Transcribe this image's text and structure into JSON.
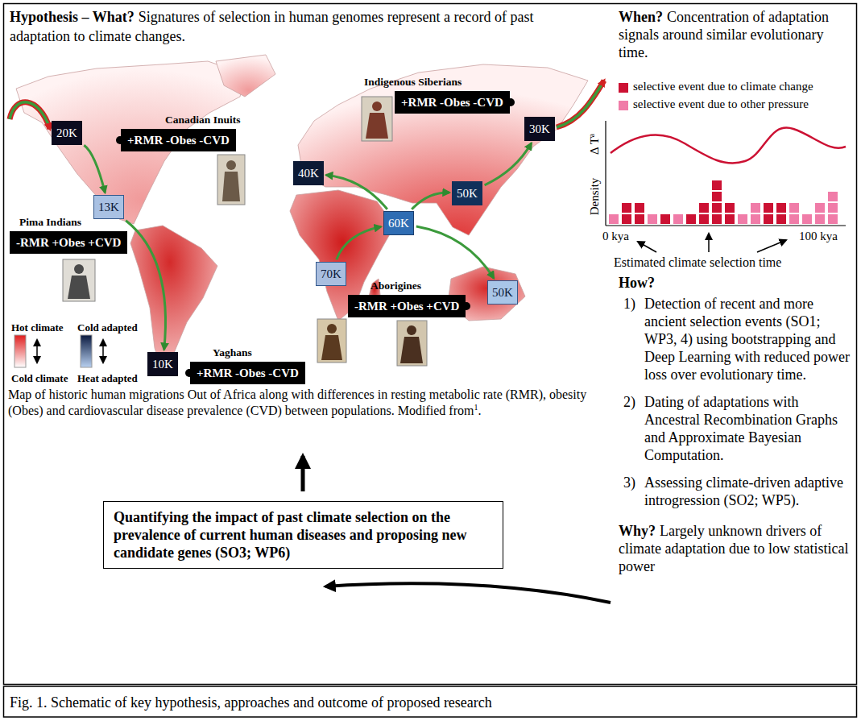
{
  "diagram": {
    "caption": "Fig. 1. Schematic of key hypothesis, approaches and outcome of proposed research",
    "nodes": [
      {
        "text": [
          "20K"
        ]
      },
      {
        "text": [
          "Canadian Inuits",
          "+RMR -Obes -CVD"
        ]
      },
      {
        "text": [
          "Indigenous Siberians",
          "+RMR -Obes -CVD"
        ]
      },
      {
        "text": [
          "30K"
        ]
      },
      {
        "text": [
          "40K"
        ]
      },
      {
        "text": [
          "13K"
        ]
      },
      {
        "text": [
          "Pima Indians",
          "-RMR +Obes +CVD"
        ]
      },
      {
        "text": [
          "50K"
        ]
      },
      {
        "text": [
          "60K"
        ]
      },
      {
        "text": [
          "70K"
        ]
      },
      {
        "text": [
          "Aborigines",
          "-RMR +Obes +CVD"
        ]
      },
      {
        "text": [
          "50K"
        ]
      },
      {
        "text": [
          "10K"
        ]
      },
      {
        "text": [
          "Yaghans",
          "+RMR -Obes -CVD"
        ]
      },
      {
        "text": [
          "Quantifying the impact of past climate selection on the prevalence of current human diseases and proposing new candidate genes (SO3; WP6)"
        ]
      }
    ],
    "edges": [
      {
        "from": 9,
        "to": 8,
        "arrow": "to"
      },
      {
        "from": 8,
        "to": 4,
        "arrow": "to"
      },
      {
        "from": 8,
        "to": 7,
        "arrow": "to"
      },
      {
        "from": 7,
        "to": 3,
        "arrow": "to"
      },
      {
        "from": 8,
        "to": 11,
        "arrow": "to"
      },
      {
        "from": 0,
        "to": 5,
        "arrow": "to"
      },
      {
        "from": 5,
        "to": 12,
        "arrow": "to"
      }
    ],
    "labels": [
      "Hypothesis – What?",
      "Signatures of selection in human genomes represent a record of past adaptation to climate changes.",
      "When?",
      "Concentration of adaptation signals around similar evolutionary time.",
      "Δ Tª",
      "Density",
      "0 kya",
      "100 kya",
      "Estimated climate selection time",
      "How?",
      "1)",
      "Detection of recent and more ancient selection events (SO1; WP3, 4) using bootstrapping and Deep Learning with reduced power loss over evolutionary time.",
      "2)",
      "Dating of adaptations with Ancestral Recombination Graphs and Approximate Bayesian Computation.",
      "3)",
      "Assessing climate-driven adaptive introgression (SO2; WP5).",
      "Map of historic human migrations Out of Africa along with differences in resting metabolic rate (RMR), obesity (Obes) and cardiovascular disease prevalence (CVD) between populations. Modified from",
      "1",
      ".",
      "Why?",
      "Largely unknown drivers of climate adaptation due to low statistical power"
    ],
    "legend": [
      {
        "text": "Hot climate"
      },
      {
        "text": "Cold adapted"
      },
      {
        "text": "Cold climate"
      },
      {
        "text": "Heat adapted"
      },
      {
        "text": "selective event due to climate change",
        "color": "#cc1133"
      },
      {
        "text": "selective event due to other pressure",
        "color": "#f07ca8"
      }
    ]
  }
}
